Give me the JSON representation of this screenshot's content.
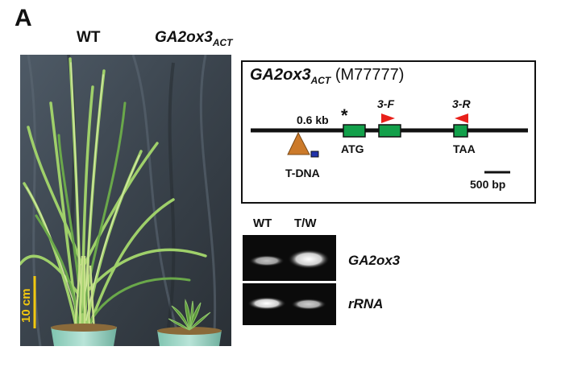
{
  "figure": {
    "panel_letter": "A",
    "photo": {
      "wt_label": "WT",
      "mutant_label_main": "GA2ox3",
      "mutant_label_sub": "ACT",
      "scale_label": "10 cm",
      "scale_color": "#f2c80f"
    },
    "gene_diagram": {
      "title_main": "GA2ox3",
      "title_sub": "ACT",
      "accession": "(M77777)",
      "insertion_distance": "0.6 kb",
      "asterisk": "*",
      "start_codon": "ATG",
      "stop_codon": "TAA",
      "forward_primer": "3-F",
      "reverse_primer": "3-R",
      "insertion_label": "T-DNA",
      "scale_label": "500 bp",
      "exon_color": "#12a04a",
      "primer_color": "#e8201a",
      "tdna_color": "#cc7a2a",
      "tdna_marker_color": "#2233aa"
    },
    "gel": {
      "columns": [
        "WT",
        "T/W"
      ],
      "rows": [
        "GA2ox3",
        "rRNA"
      ]
    }
  }
}
